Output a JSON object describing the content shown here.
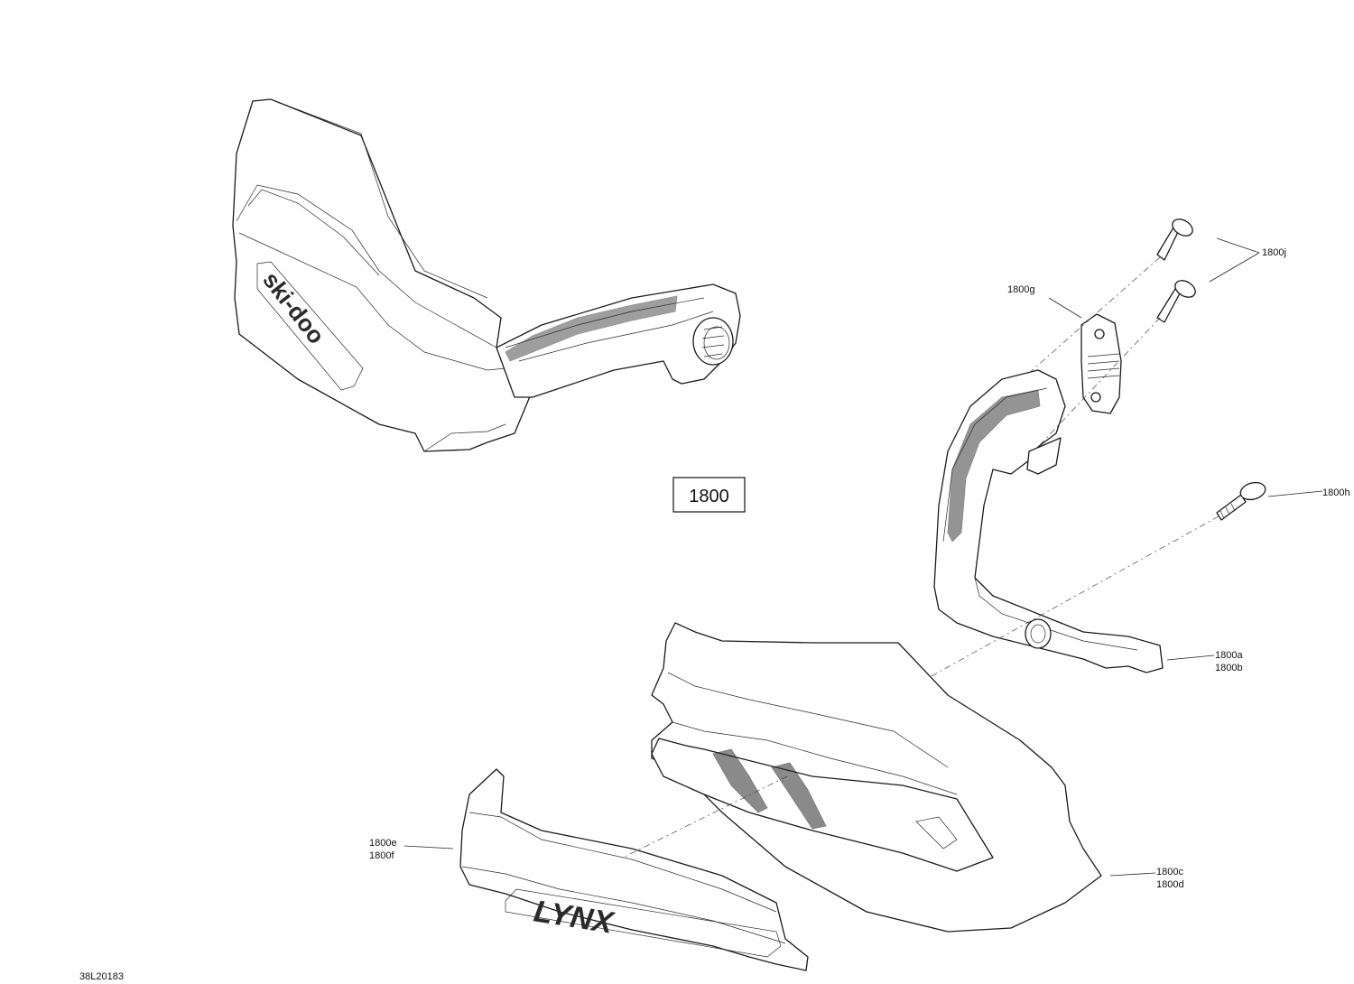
{
  "assembly": {
    "number": "1800"
  },
  "drawing": {
    "reference": "38L20183"
  },
  "logos": {
    "skidoo": "ski-doo",
    "lynx": "LYNX"
  },
  "callouts": {
    "j": "1800j",
    "g": "1800g",
    "h": "1800h",
    "a": "1800a",
    "b": "1800b",
    "c": "1800c",
    "d": "1800d",
    "e": "1800e",
    "f": "1800f"
  }
}
